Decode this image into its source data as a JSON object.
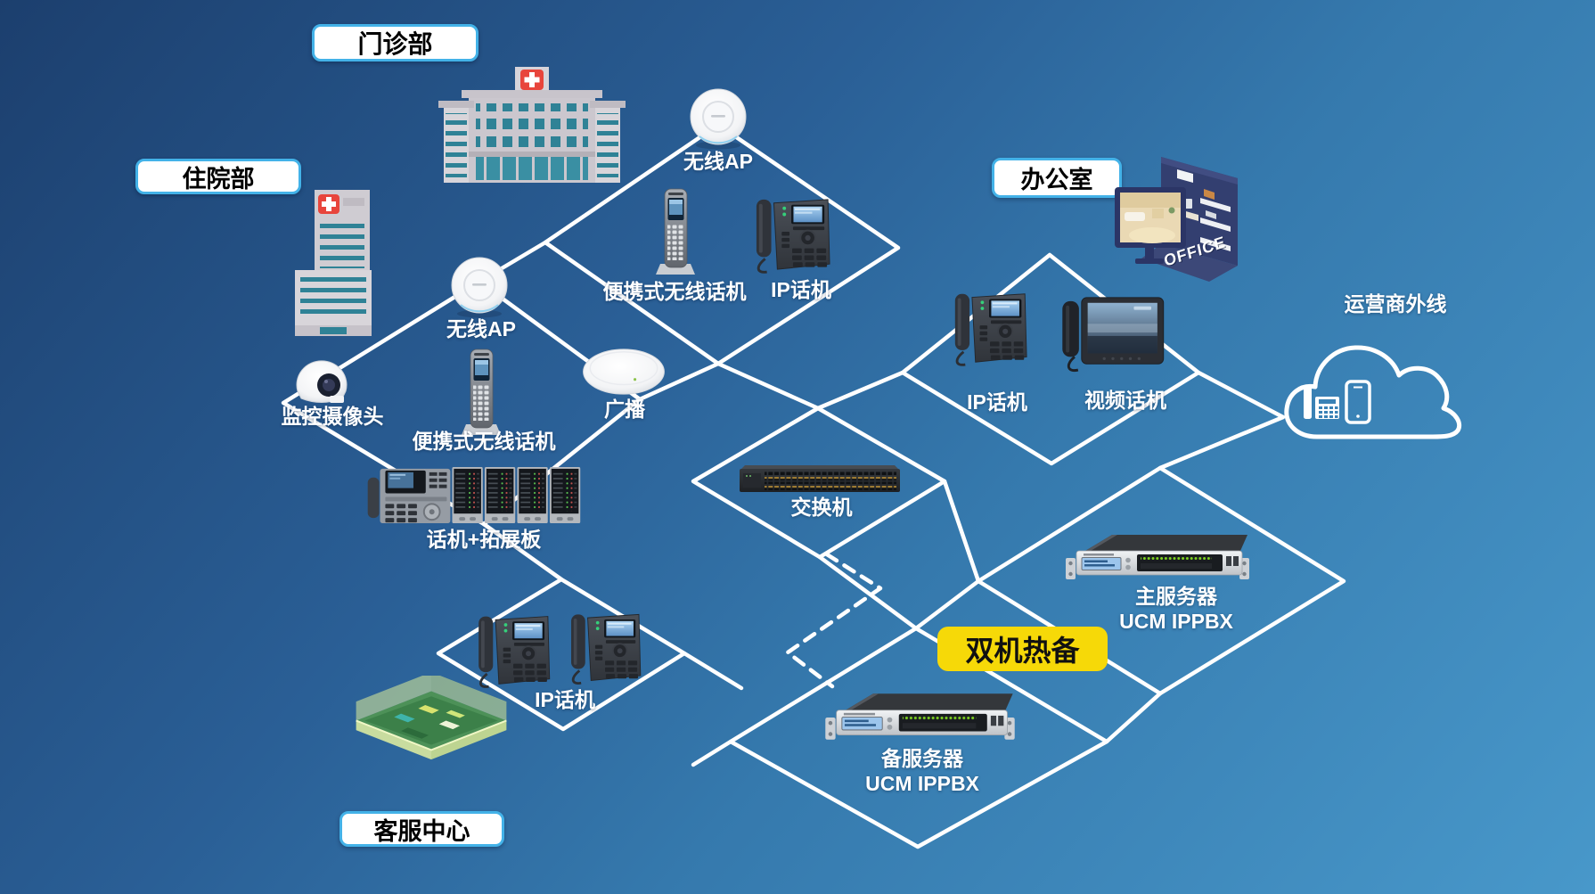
{
  "zones": {
    "outpatient": {
      "label": "门诊部"
    },
    "inpatient": {
      "label": "住院部"
    },
    "office": {
      "label": "办公室"
    },
    "service_center": {
      "label": "客服中心"
    }
  },
  "labels": {
    "wireless_ap_top": "无线AP",
    "portable_wireless_phone_top": "便携式无线话机",
    "ip_phone_top": "IP话机",
    "wireless_ap_inpatient": "无线AP",
    "cctv_camera": "监控摄像头",
    "portable_wireless_phone_inpatient": "便携式无线话机",
    "broadcast": "广播",
    "phone_with_expansion": "话机+拓展板",
    "switch": "交换机",
    "ip_phone_office": "IP话机",
    "video_phone": "视频话机",
    "carrier_trunk": "运营商外线",
    "main_server": "主服务器",
    "main_server_model": "UCM IPPBX",
    "hot_standby_badge": "双机热备",
    "backup_server": "备服务器",
    "backup_server_model": "UCM IPPBX",
    "ip_phone_service": "IP话机",
    "office_sign": "OFFICE"
  },
  "colors": {
    "background_start": "#1c3f6e",
    "background_end": "#4898ca",
    "connector_line": "#ffffff",
    "zone_label_border": "#43b2e8",
    "zone_label_bg": "#ffffff",
    "zone_label_text": "#000000",
    "badge_bg": "#f6d908",
    "badge_text": "#111111",
    "device_label_text": "#ffffff",
    "window_teal": "#2f8296",
    "led_green": "#7ed321"
  }
}
